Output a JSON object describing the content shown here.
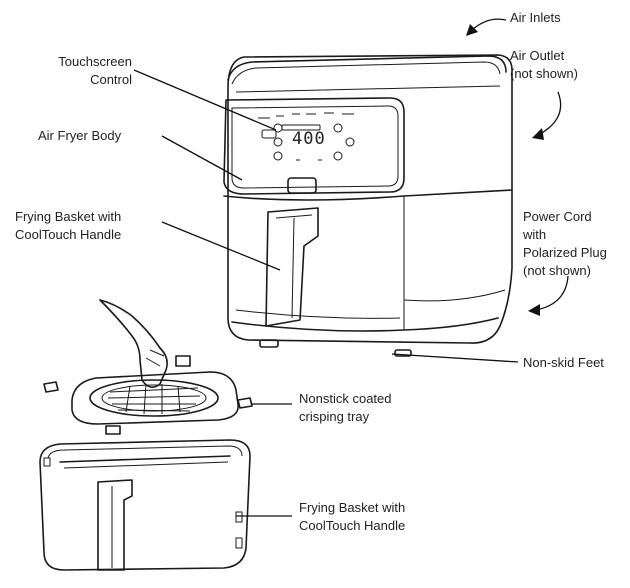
{
  "labels": {
    "air_inlets": "Air Inlets",
    "air_outlet_1": "Air Outlet",
    "air_outlet_2": "(not shown)",
    "touchscreen_1": "Touchscreen",
    "touchscreen_2": "Control",
    "body": "Air Fryer Body",
    "basket_top_1": "Frying Basket with",
    "basket_top_2": "CoolTouch Handle",
    "power_1": "Power Cord",
    "power_2": "with",
    "power_3": "Polarized Plug",
    "power_4": "(not shown)",
    "feet": "Non-skid Feet",
    "tray_1": "Nonstick coated",
    "tray_2": "crisping tray",
    "basket_bottom_1": "Frying Basket with",
    "basket_bottom_2": "CoolTouch Handle"
  },
  "display": {
    "temperature": "400"
  }
}
